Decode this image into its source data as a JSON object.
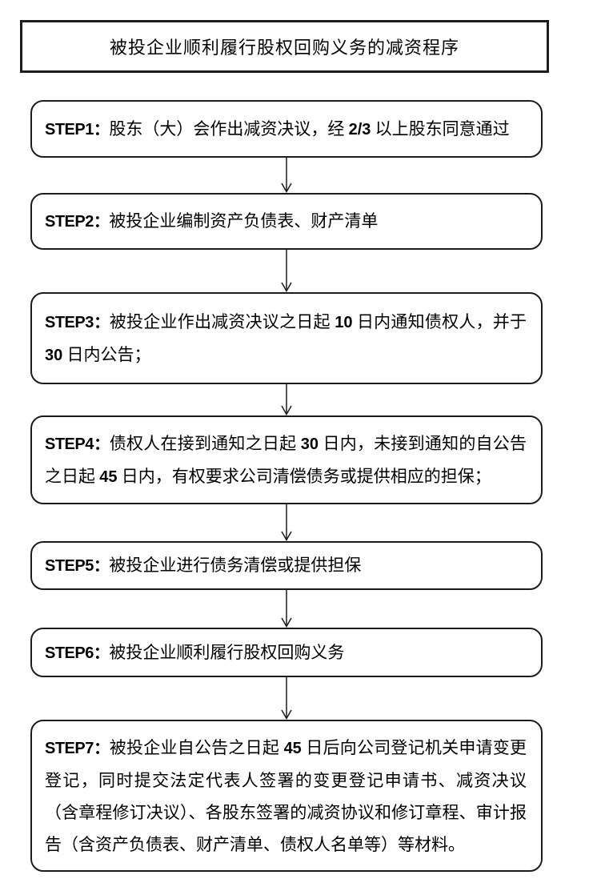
{
  "title": "被投企业顺利履行股权回购义务的减资程序",
  "colors": {
    "border": "#1c1c1c",
    "text": "#000000",
    "background": "#ffffff"
  },
  "steps": [
    {
      "label": "STEP1：",
      "segments": [
        {
          "text": "股东（大）会作出减资决议，经 ",
          "bold": false
        },
        {
          "text": "2/3",
          "bold": true
        },
        {
          "text": " 以上股东同意通过",
          "bold": false
        }
      ]
    },
    {
      "label": "STEP2：",
      "segments": [
        {
          "text": "被投企业编制资产负债表、财产清单",
          "bold": false
        }
      ]
    },
    {
      "label": "STEP3：",
      "segments": [
        {
          "text": "被投企业作出减资决议之日起 ",
          "bold": false
        },
        {
          "text": "10",
          "bold": true
        },
        {
          "text": " 日内通知债权人，并于 ",
          "bold": false
        },
        {
          "text": "30",
          "bold": true
        },
        {
          "text": " 日内公告；",
          "bold": false
        }
      ]
    },
    {
      "label": "STEP4：",
      "segments": [
        {
          "text": "债权人在接到通知之日起 ",
          "bold": false
        },
        {
          "text": "30",
          "bold": true
        },
        {
          "text": " 日内，未接到通知的自公告之日起 ",
          "bold": false
        },
        {
          "text": "45",
          "bold": true
        },
        {
          "text": " 日内，有权要求公司清偿债务或提供相应的担保；",
          "bold": false
        }
      ]
    },
    {
      "label": "STEP5：",
      "segments": [
        {
          "text": "被投企业进行债务清偿或提供担保",
          "bold": false
        }
      ]
    },
    {
      "label": "STEP6：",
      "segments": [
        {
          "text": "被投企业顺利履行股权回购义务",
          "bold": false
        }
      ]
    },
    {
      "label": "STEP7：",
      "segments": [
        {
          "text": "被投企业自公告之日起 ",
          "bold": false
        },
        {
          "text": "45",
          "bold": true
        },
        {
          "text": " 日后向公司登记机关申请变更登记，同时提交法定代表人签署的变更登记申请书、减资决议（含章程修订决议）、各股东签署的减资协议和修订章程、审计报告（含资产负债表、财产清单、债权人名单等）等材料。",
          "bold": false
        }
      ]
    }
  ]
}
